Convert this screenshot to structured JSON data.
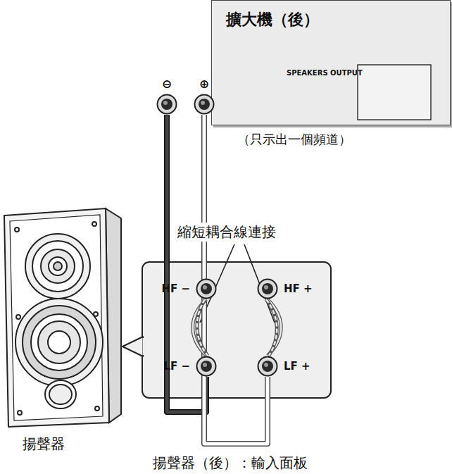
{
  "diagram": {
    "nodes": [
      {
        "text": [
          "擴大機（後）",
          "SPEAKERS OUTPUT"
        ]
      },
      {
        "text": [
          "⊖"
        ],
        "in": 0
      },
      {
        "text": [
          "⊕"
        ],
        "in": 0
      },
      {
        "text": [
          "HF −"
        ]
      },
      {
        "text": [
          "HF +"
        ]
      },
      {
        "text": [
          "LF −"
        ]
      },
      {
        "text": [
          "LF +"
        ]
      }
    ],
    "edges": [
      {
        "from": 1,
        "to": 5,
        "arrow": "none"
      },
      {
        "from": 2,
        "to": 6,
        "arrow": "none"
      },
      {
        "from": 3,
        "to": 5,
        "arrow": "none"
      },
      {
        "from": 4,
        "to": 6,
        "arrow": "none"
      }
    ],
    "labels": [
      "（只示出一個頻道）",
      "縮短耦合線連接",
      "揚聲器",
      "揚聲器（後）：輸入面板"
    ]
  }
}
